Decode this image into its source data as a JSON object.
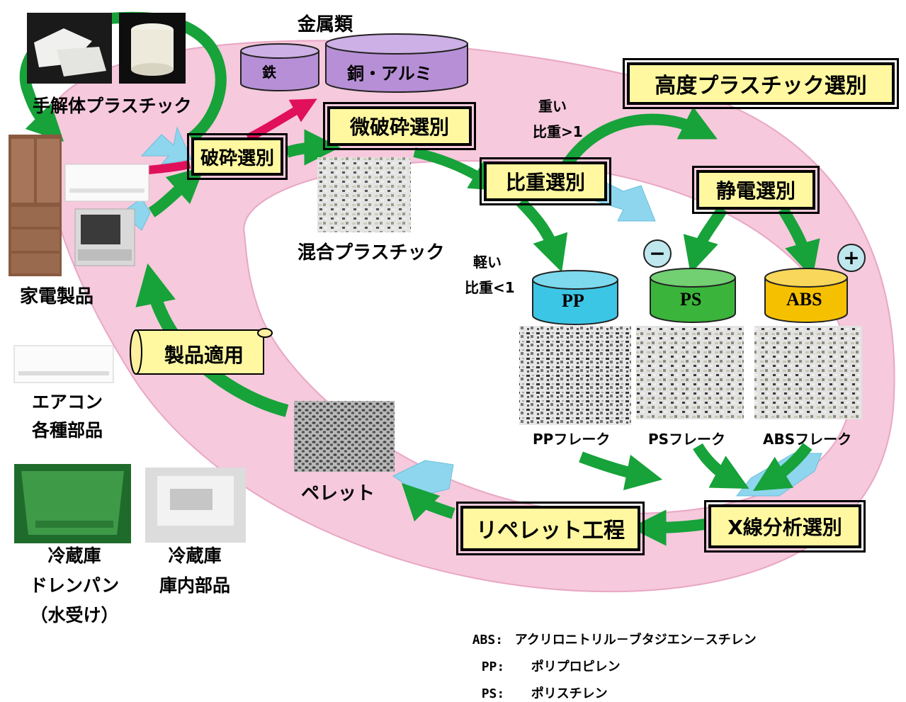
{
  "colors": {
    "cycle_ring": "#f6c9dc",
    "cycle_ring_edge": "#e9a7c4",
    "arrow_green": "#17a23a",
    "arrow_blue": "#8ed6ee",
    "arrow_red": "#e0105a",
    "box_fill": "#fff8a0",
    "cyl_metal": "#b78fd6",
    "cyl_pp": "#3cc6e6",
    "cyl_ps": "#3bb43b",
    "cyl_abs": "#f5c000"
  },
  "metals": {
    "heading": "金属類",
    "iron": "鉄",
    "copper_aluminum": "銅・アルミ"
  },
  "hand_disassembled": {
    "label": "手解体プラスチック"
  },
  "appliances": {
    "label": "家電製品"
  },
  "aircon": {
    "line1": "エアコン",
    "line2": "各種部品"
  },
  "fridge_drain": {
    "line1": "冷蔵庫",
    "line2": "ドレンパン",
    "line3": "（水受け）"
  },
  "fridge_inner": {
    "line1": "冷蔵庫",
    "line2": "庫内部品"
  },
  "process": {
    "crushing": "破砕選別",
    "fine_crushing": "微破砕選別",
    "specific_gravity": "比重選別",
    "advanced": "高度プラスチック選別",
    "electrostatic": "静電選別",
    "xray": "X線分析選別",
    "repellet": "リペレット工程",
    "product_application": "製品適用"
  },
  "mixed_plastic": {
    "label": "混合プラスチック"
  },
  "heavy": {
    "line1": "重い",
    "line2": "比重>1"
  },
  "light": {
    "line1": "軽い",
    "line2": "比重<1"
  },
  "charges": {
    "negative": "−",
    "positive": "+"
  },
  "cylinders": {
    "pp": "PP",
    "ps": "PS",
    "abs": "ABS"
  },
  "flakes": {
    "pp": "PPフレーク",
    "ps": "PSフレーク",
    "abs": "ABSフレーク"
  },
  "pellet": {
    "label": "ペレット"
  },
  "legend": [
    {
      "abbr": "ABS:",
      "name": "アクリロニトリル－ブタジエン－スチレン"
    },
    {
      "abbr": "PP:",
      "name": "ポリプロピレン"
    },
    {
      "abbr": "PS:",
      "name": "ポリスチレン"
    }
  ]
}
